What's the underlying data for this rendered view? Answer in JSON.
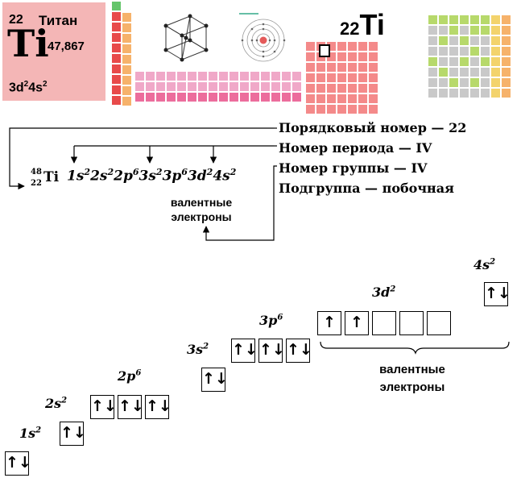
{
  "element_card": {
    "atomic_number": "22",
    "name": "Титан",
    "symbol": "Ti",
    "atomic_mass": "47,867",
    "configuration": {
      "base_1": "3d",
      "exp_1": "2",
      "base_2": "4s",
      "exp_2": "2"
    }
  },
  "table_highlight": {
    "number": "22",
    "symbol": "Ti"
  },
  "colors": {
    "card_bg": "#f4b6b6",
    "red": "#e84a4a",
    "orange": "#f6b26b",
    "yellow": "#f3d36c",
    "pink": "#f0a8c8",
    "hot_pink": "#ec6d9c",
    "salmon": "#f48a8a",
    "lime": "#b7d96b",
    "gray": "#c9c9c9",
    "green": "#65c56b"
  },
  "nuclide": {
    "mass": "48",
    "number": "22",
    "symbol": "Ti"
  },
  "config_line": {
    "terms": [
      {
        "base": "1s",
        "exp": "2"
      },
      {
        "base": "2s",
        "exp": "2"
      },
      {
        "base": "2p",
        "exp": "6"
      },
      {
        "base": "3s",
        "exp": "2"
      },
      {
        "base": "3p",
        "exp": "6"
      },
      {
        "base": "3d",
        "exp": "2"
      },
      {
        "base": "4s",
        "exp": "2"
      }
    ]
  },
  "info": {
    "line_1": "Порядковый номер — 22",
    "line_2": "Номер периода — IV",
    "line_3": "Номер группы — IV",
    "line_4": "Подгруппа — побочная"
  },
  "valence_caption": {
    "line_1": "валентные",
    "line_2": "электроны"
  },
  "orbital_diagram": {
    "levels": [
      {
        "base": "1s",
        "exp": "2",
        "cells": [
          "↑↓"
        ]
      },
      {
        "base": "2s",
        "exp": "2",
        "cells": [
          "↑↓"
        ]
      },
      {
        "base": "2p",
        "exp": "6",
        "cells": [
          "↑↓",
          "↑↓",
          "↑↓"
        ]
      },
      {
        "base": "3s",
        "exp": "2",
        "cells": [
          "↑↓"
        ]
      },
      {
        "base": "3p",
        "exp": "6",
        "cells": [
          "↑↓",
          "↑↓",
          "↑↓"
        ]
      },
      {
        "base": "3d",
        "exp": "2",
        "cells": [
          "↑",
          "↑",
          "",
          "",
          ""
        ]
      },
      {
        "base": "4s",
        "exp": "2",
        "cells": [
          "↑↓"
        ]
      }
    ],
    "valence_label": {
      "line_1": "валентные",
      "line_2": "электроны"
    }
  }
}
